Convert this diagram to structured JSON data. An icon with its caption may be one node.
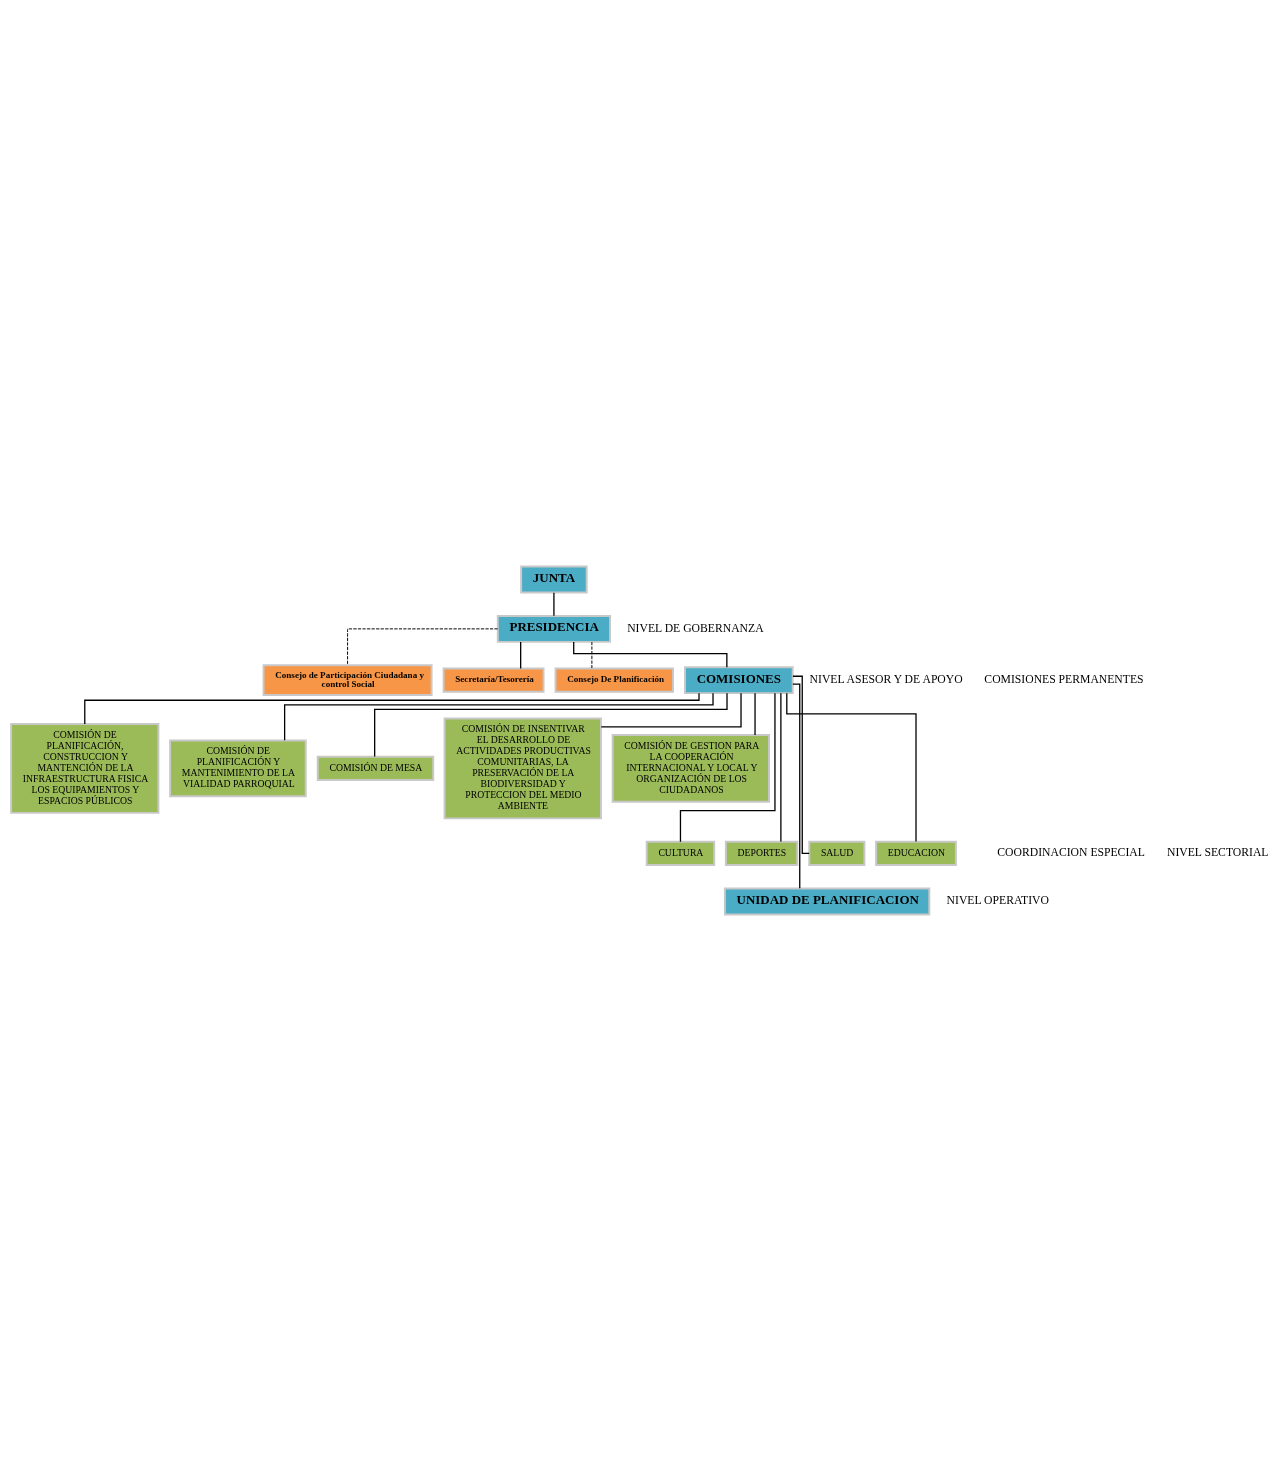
{
  "diagram": {
    "nodes": [
      {
        "text": [
          "JUNTA"
        ]
      },
      {
        "text": [
          "PRESIDENCIA"
        ]
      },
      {
        "text": [
          "Consejo de Participación Ciudadana y control Social"
        ]
      },
      {
        "text": [
          "Secretaría/Tesorería"
        ]
      },
      {
        "text": [
          "Consejo De Planificación"
        ]
      },
      {
        "text": [
          "COMISIONES"
        ]
      },
      {
        "text": [
          "COMISIÓN DE PLANIFICACIÓN, CONSTRUCCION Y MANTENCIÓN DE LA INFRAESTRUCTURA FISICA LOS EQUIPAMIENTOS Y ESPACIOS PÚBLICOS"
        ]
      },
      {
        "text": [
          "COMISIÓN DE PLANIFICACIÓN Y MANTENIMIENTO DE LA VIALIDAD PARROQUIAL"
        ]
      },
      {
        "text": [
          "COMISIÓN DE MESA"
        ]
      },
      {
        "text": [
          "COMISIÓN DE INSENTIVAR EL DESARROLLO DE ACTIVIDADES PRODUCTIVAS COMUNITARIAS, LA PRESERVACIÓN DE LA BIODIVERSIDAD Y PROTECCION DEL MEDIO AMBIENTE"
        ]
      },
      {
        "text": [
          "COMISIÓN DE GESTION PARA LA COOPERACIÓN INTERNACIONAL Y LOCAL Y ORGANIZACIÓN DE LOS CIUDADANOS"
        ]
      },
      {
        "text": [
          "DEPORTES"
        ]
      },
      {
        "text": [
          "SALUD"
        ]
      },
      {
        "text": [
          "CULTURA"
        ]
      },
      {
        "text": [
          "EDUCACION"
        ]
      },
      {
        "text": [
          "UNIDAD DE PLANIFICACION"
        ]
      }
    ],
    "edges": [
      {
        "from": 0,
        "to": 1,
        "arrow": "none"
      },
      {
        "from": 1,
        "to": 3,
        "arrow": "none"
      },
      {
        "from": 1,
        "to": 2,
        "arrow": "none",
        "style": "dashed"
      },
      {
        "from": 1,
        "to": 4,
        "arrow": "none",
        "style": "dashed"
      },
      {
        "from": 1,
        "to": 5,
        "arrow": "none"
      },
      {
        "from": 5,
        "to": 6,
        "arrow": "none"
      },
      {
        "from": 5,
        "to": 7,
        "arrow": "none"
      },
      {
        "from": 5,
        "to": 8,
        "arrow": "none"
      },
      {
        "from": 5,
        "to": 9,
        "arrow": "none"
      },
      {
        "from": 5,
        "to": 10,
        "arrow": "none"
      },
      {
        "from": 5,
        "to": 11,
        "arrow": "none"
      },
      {
        "from": 5,
        "to": 12,
        "arrow": "none"
      },
      {
        "from": 5,
        "to": 13,
        "arrow": "none"
      },
      {
        "from": 5,
        "to": 14,
        "arrow": "none"
      },
      {
        "from": 5,
        "to": 15,
        "arrow": "none"
      }
    ],
    "labels": [
      "NIVEL DE GOBERNANZA",
      "NIVEL ASESOR Y DE APOYO",
      "COMISIONES PERMANENTES",
      "COORDINACION ESPECIAL",
      "NIVEL SECTORIAL",
      "NIVEL OPERATIVO"
    ]
  }
}
